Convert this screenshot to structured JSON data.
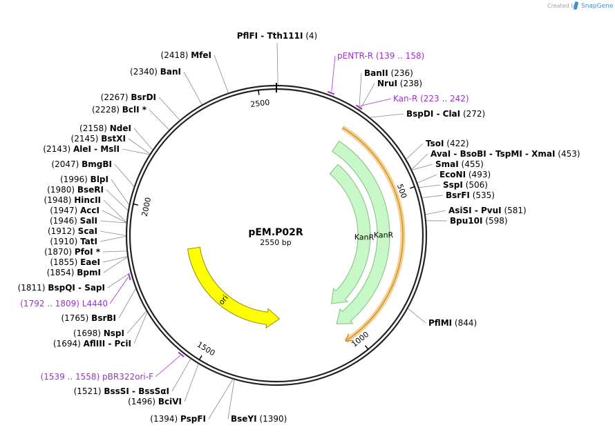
{
  "brand": {
    "created_by": "Created by",
    "name": "SnapGene"
  },
  "plasmid": {
    "name": "pEM.P02R",
    "length_label": "2550 bp",
    "length": 2550
  },
  "ticks": [
    {
      "pos": 500,
      "label": "500"
    },
    {
      "pos": 1000,
      "label": "1000"
    },
    {
      "pos": 1500,
      "label": "1500"
    },
    {
      "pos": 2000,
      "label": "2000"
    },
    {
      "pos": 2500,
      "label": "2500"
    }
  ],
  "features": [
    {
      "label": "KanR",
      "start": 238,
      "end": 1033,
      "color": "#c8f7c8",
      "stroke": "#7ec17e",
      "strand": 1
    },
    {
      "label": "KanR",
      "start": 290,
      "end": 1000,
      "color": "#c8f7c8",
      "stroke": "#7ec17e",
      "strand": 1
    },
    {
      "label": "ori",
      "start": 1260,
      "end": 1850,
      "color": "#ffff00",
      "stroke": "#8f8f00",
      "strand": -1
    }
  ],
  "highlight": {
    "start": 223,
    "end": 1040,
    "color": "#f4cf8f"
  },
  "sites": [
    {
      "name": "PflFI - Tth111I",
      "pos_label": "(4)",
      "pos": 4
    },
    {
      "name": "BanII",
      "pos_label": "(236)",
      "pos": 236
    },
    {
      "name": "NruI",
      "pos_label": "(238)",
      "pos": 238
    },
    {
      "name": "BspDI - ClaI",
      "pos_label": "(272)",
      "pos": 272
    },
    {
      "name": "TsoI",
      "pos_label": "(422)",
      "pos": 422
    },
    {
      "name": "AvaI - BsoBI - TspMI - XmaI",
      "pos_label": "(453)",
      "pos": 453
    },
    {
      "name": "SmaI",
      "pos_label": "(455)",
      "pos": 455
    },
    {
      "name": "EcoNI",
      "pos_label": "(493)",
      "pos": 493
    },
    {
      "name": "SspI",
      "pos_label": "(506)",
      "pos": 506
    },
    {
      "name": "BsrFI",
      "pos_label": "(535)",
      "pos": 535
    },
    {
      "name": "AsiSI - PvuI",
      "pos_label": "(581)",
      "pos": 581
    },
    {
      "name": "Bpu10I",
      "pos_label": "(598)",
      "pos": 598
    },
    {
      "name": "PflMI",
      "pos_label": "(844)",
      "pos": 844
    },
    {
      "name": "BseYI",
      "pos_label": "(1390)",
      "pos": 1390
    },
    {
      "name": "PspFI",
      "pos_label": "(1394)",
      "pos": 1394
    },
    {
      "name": "BciVI",
      "pos_label": "(1496)",
      "pos": 1496
    },
    {
      "name": "BssSI - BssSαI",
      "pos_label": "(1521)",
      "pos": 1521
    },
    {
      "name": "AflIII - PciI",
      "pos_label": "(1694)",
      "pos": 1694
    },
    {
      "name": "NspI",
      "pos_label": "(1698)",
      "pos": 1698
    },
    {
      "name": "BsrBI",
      "pos_label": "(1765)",
      "pos": 1765
    },
    {
      "name": "BspQI - SapI",
      "pos_label": "(1811)",
      "pos": 1811
    },
    {
      "name": "BpmI",
      "pos_label": "(1854)",
      "pos": 1854
    },
    {
      "name": "EaeI",
      "pos_label": "(1855)",
      "pos": 1855
    },
    {
      "name": "PfoI *",
      "pos_label": "(1870)",
      "pos": 1870
    },
    {
      "name": "TatI",
      "pos_label": "(1910)",
      "pos": 1910
    },
    {
      "name": "ScaI",
      "pos_label": "(1912)",
      "pos": 1912
    },
    {
      "name": "SalI",
      "pos_label": "(1946)",
      "pos": 1946
    },
    {
      "name": "AccI",
      "pos_label": "(1947)",
      "pos": 1947
    },
    {
      "name": "HincII",
      "pos_label": "(1948)",
      "pos": 1948
    },
    {
      "name": "BseRI",
      "pos_label": "(1980)",
      "pos": 1980
    },
    {
      "name": "BlpI",
      "pos_label": "(1996)",
      "pos": 1996
    },
    {
      "name": "BmgBI",
      "pos_label": "(2047)",
      "pos": 2047
    },
    {
      "name": "AleI - MslI",
      "pos_label": "(2143)",
      "pos": 2143
    },
    {
      "name": "BstXI",
      "pos_label": "(2145)",
      "pos": 2145
    },
    {
      "name": "NdeI",
      "pos_label": "(2158)",
      "pos": 2158
    },
    {
      "name": "BclI *",
      "pos_label": "(2228)",
      "pos": 2228
    },
    {
      "name": "BsrDI",
      "pos_label": "(2267)",
      "pos": 2267
    },
    {
      "name": "BanI",
      "pos_label": "(2340)",
      "pos": 2340
    },
    {
      "name": "MfeI",
      "pos_label": "(2418)",
      "pos": 2418
    }
  ],
  "primers": [
    {
      "name": "pENTR-R",
      "range_label": "(139 .. 158)",
      "start": 139,
      "end": 158
    },
    {
      "name": "Kan-R",
      "range_label": "(223 .. 242)",
      "start": 223,
      "end": 242
    },
    {
      "name": "L4440",
      "range_label": "(1792 .. 1809)",
      "start": 1792,
      "end": 1809
    },
    {
      "name": "pBR322ori-F",
      "range_label": "(1539 .. 1558)",
      "start": 1539,
      "end": 1558
    }
  ]
}
